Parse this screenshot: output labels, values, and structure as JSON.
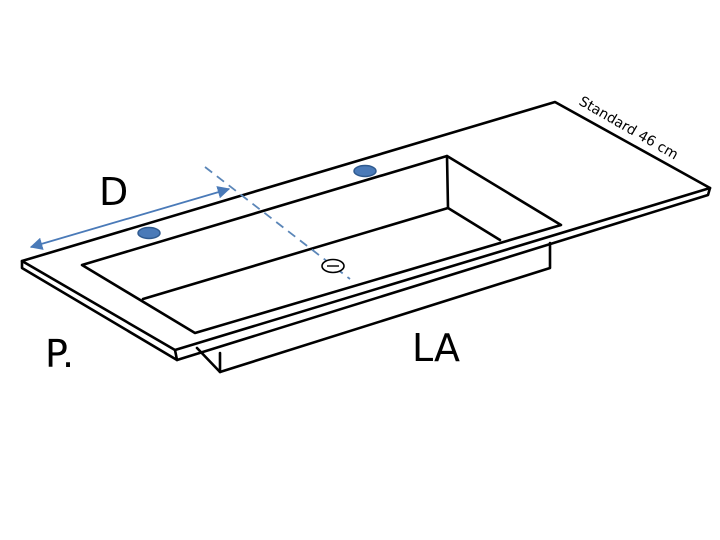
{
  "labels": {
    "depth": "D",
    "depth_prefix": "P.",
    "length": "LA",
    "width_note": "Standard 46 cm"
  },
  "colors": {
    "outline": "#000000",
    "tap_hole": "#4a7ab8",
    "tap_hole_stroke": "#2f5a8f",
    "dimension_line": "#4a7ab8",
    "centerline": "#5b86b8"
  }
}
